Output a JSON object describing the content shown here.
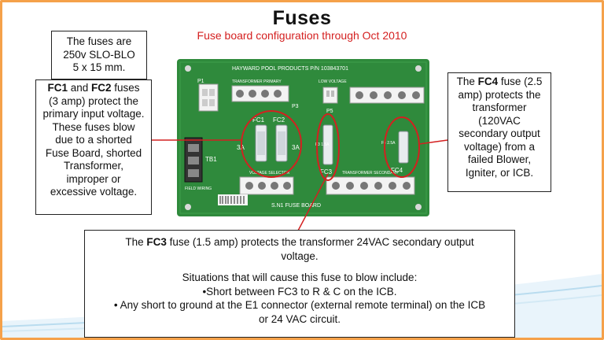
{
  "slide": {
    "title": "Fuses",
    "subtitle": "Fuse board configuration through Oct 2010",
    "colors": {
      "border": "#f5a14a",
      "subtitle": "#d42020",
      "circle": "#d42020",
      "board": "#2f8a3c"
    }
  },
  "box_fuse_spec": {
    "line1": "The fuses are",
    "line2": "250v SLO-BLO",
    "line3": "5 x 15 mm."
  },
  "box_fc1_fc2": {
    "fc1": "FC1",
    "and": " and ",
    "fc2": "FC2",
    "rest1": " fuses",
    "line2": "(3 amp) protect the",
    "line3": "primary input voltage.",
    "line4": "These fuses blow",
    "line5": "due to a shorted",
    "line6": "Fuse Board, shorted",
    "line7": "Transformer,",
    "line8": "improper or",
    "line9": "excessive voltage."
  },
  "box_fc4": {
    "pre": "The ",
    "fc4": "FC4",
    "post": " fuse (2.5",
    "line2": "amp) protects the",
    "line3": "transformer",
    "line4": "(120VAC",
    "line5": "secondary output",
    "line6": "voltage) from a",
    "line7": "failed Blower,",
    "line8": "Igniter, or ICB."
  },
  "box_fc3": {
    "pre": "The ",
    "fc3": "FC3",
    "post": " fuse (1.5 amp) protects the transformer 24VAC secondary output",
    "line2": "voltage.",
    "line3": "Situations that will cause this fuse to blow include:",
    "line4": "•Short between FC3 to R & C on the ICB.",
    "line5": "• Any short to ground at the E1 connector (external remote terminal) on the ICB",
    "line6": "or 24 VAC circuit."
  },
  "board_labels": {
    "header": "HAYWARD POOL PRODUCTS  P/N 103843701",
    "transformer_primary": "TRANSFORMER PRIMARY",
    "low_voltage": "LOW VOLTAGE",
    "p1": "P1",
    "p3": "P3",
    "p5": "P5",
    "fc1": "FC1",
    "fc2": "FC2",
    "fc3": "FC3",
    "fc4": "FC4",
    "f3_rating": "F3 1.5A",
    "f4_rating": "F4 2.5A",
    "rating_3a": "3A",
    "tb1": "TB1",
    "voltage_selector": "VOLTAGE SELECTOR",
    "transformer_secondary": "TRANSFORMER SECONDARY",
    "field_wiring": "FIELD WIRING",
    "board_name": "S.N1 FUSE BOARD"
  }
}
